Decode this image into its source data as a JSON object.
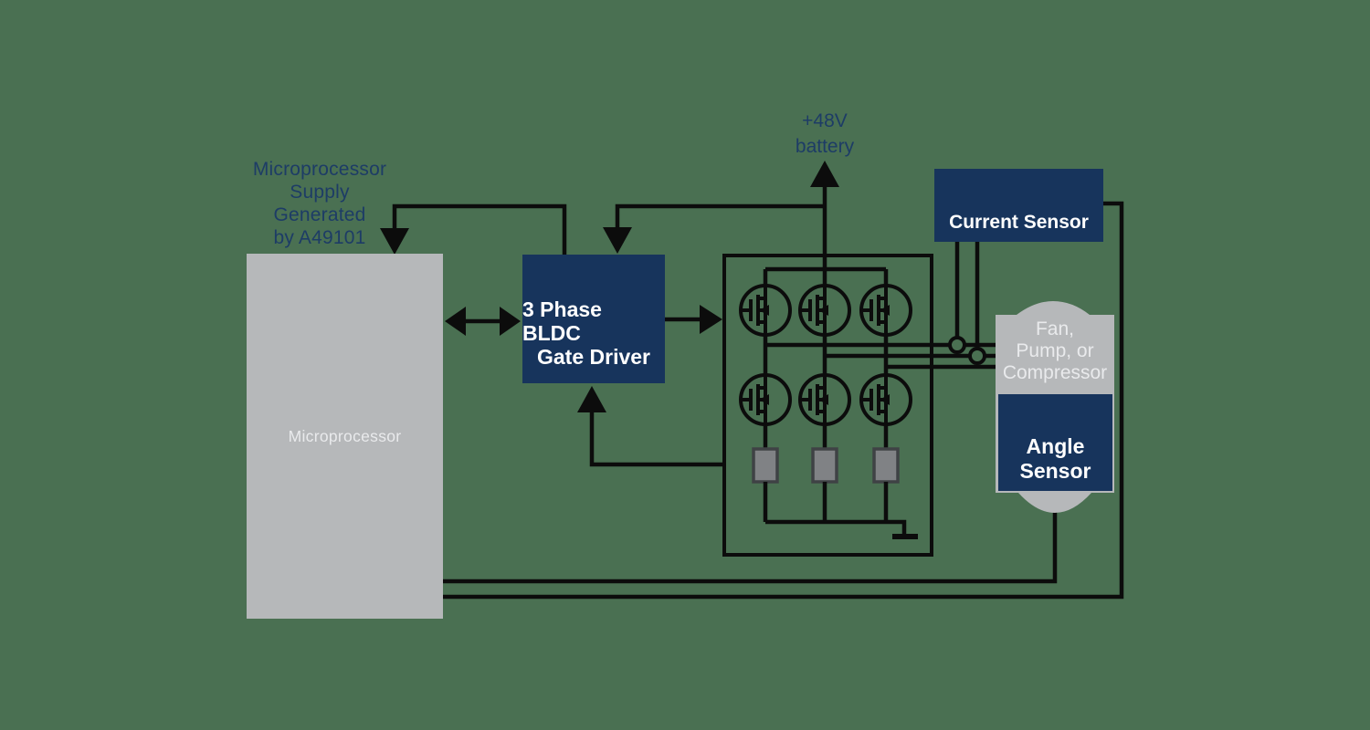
{
  "colors": {
    "background": "#4a7052",
    "navy": "#17345c",
    "wire": "#0c0c0c",
    "box_gray": "#b6b8ba",
    "shunt_fill": "#808285",
    "shunt_border": "#3f4245",
    "blue_text": "#1d3c66",
    "white_text": "#ffffff",
    "soft_white": "#e9eaec"
  },
  "labels": {
    "supply_note": {
      "lines": [
        "Microprocessor",
        "Supply",
        "Generated",
        "by A49101"
      ]
    },
    "battery": {
      "lines": [
        "+48V",
        "battery"
      ]
    },
    "microprocessor": "Microprocessor",
    "gate_driver": {
      "lines": [
        "3 Phase BLDC",
        "Gate Driver"
      ]
    },
    "current_sensor": "Current Sensor",
    "motor": {
      "lines": [
        "Fan,",
        "Pump, or",
        "Compressor"
      ]
    },
    "angle_sensor": {
      "lines": [
        "Angle",
        "Sensor"
      ]
    }
  }
}
